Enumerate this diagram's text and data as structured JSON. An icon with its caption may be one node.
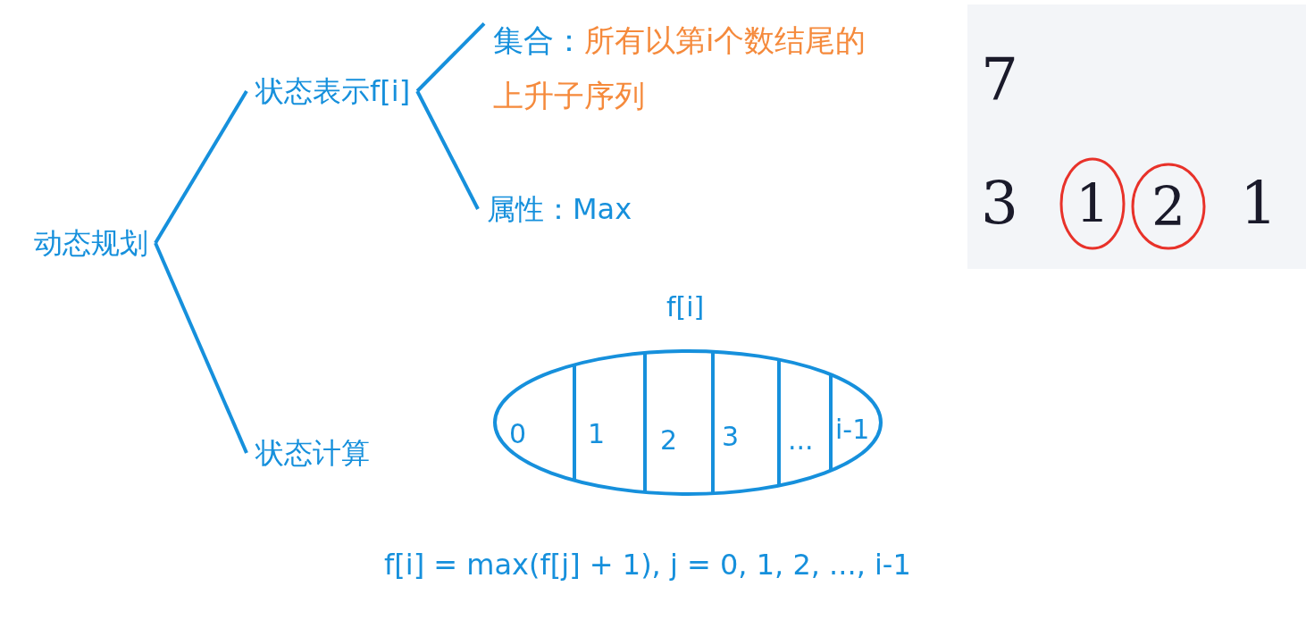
{
  "diagram": {
    "nodes": [
      {
        "text": [
          "动态规划"
        ]
      },
      {
        "text": [
          "状态表示f[i]"
        ]
      },
      {
        "text": [
          "集合：",
          "所有以第i个数结尾的上升子序列"
        ]
      },
      {
        "text": [
          "属性：Max"
        ]
      },
      {
        "text": [
          "状态计算"
        ]
      },
      {
        "text": [],
        "shape": "ellipse",
        "beside": [
          "f[i]"
        ]
      },
      {
        "text": [
          "0"
        ],
        "in": 5
      },
      {
        "text": [
          "1"
        ],
        "in": 5
      },
      {
        "text": [
          "2"
        ],
        "in": 5
      },
      {
        "text": [
          "3"
        ],
        "in": 5
      },
      {
        "text": [
          "..."
        ],
        "in": 5
      },
      {
        "text": [
          "i-1"
        ],
        "in": 5
      },
      {
        "text": [
          "1"
        ]
      },
      {
        "text": [
          "2"
        ]
      }
    ],
    "edges": [
      {
        "from": 0,
        "to": 1,
        "arrow": "none"
      },
      {
        "from": 0,
        "to": 4,
        "arrow": "none"
      },
      {
        "from": 1,
        "to": 2,
        "arrow": "none"
      },
      {
        "from": 1,
        "to": 3,
        "arrow": "none"
      }
    ],
    "labels": [
      "f[i] = max(f[j] + 1), j = 0, 1, 2, ..., i-1",
      "7",
      "3",
      "1"
    ]
  }
}
